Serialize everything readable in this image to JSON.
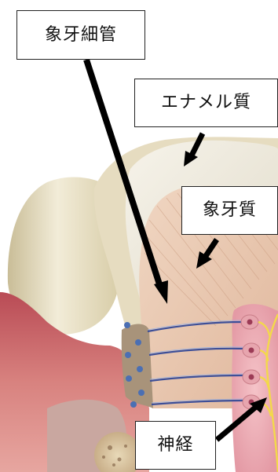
{
  "labels": {
    "dentinal_tubules": "象牙細管",
    "enamel": "エナメル質",
    "dentin": "象牙質",
    "nerve": "神経"
  },
  "colors": {
    "enamel": "#eeeadf",
    "dentin": "#e8c6ad",
    "gum": "#d98a86",
    "nerve": "#f3d94a",
    "tubule": "#3d4f98",
    "arrow": "#000000"
  }
}
